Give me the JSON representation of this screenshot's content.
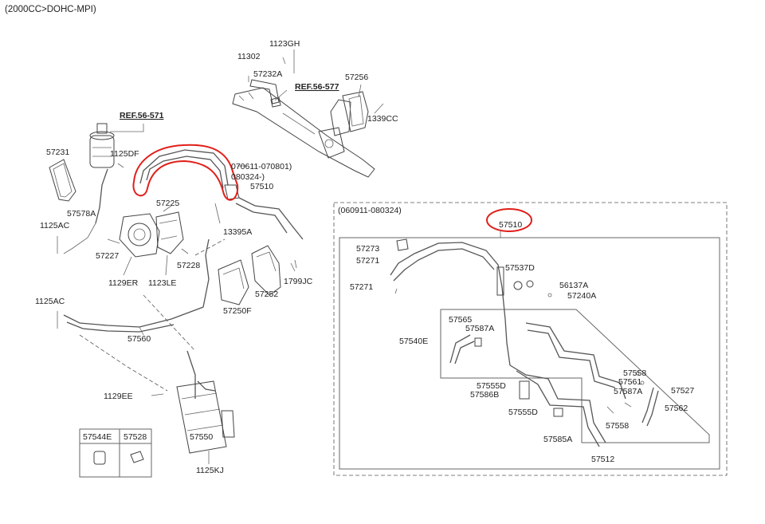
{
  "header": {
    "title": "(2000CC>DOHC-MPI)"
  },
  "colors": {
    "highlight": "#e0201a",
    "line": "#444444"
  },
  "labels": {
    "l1123GH": "1123GH",
    "l11302": "11302",
    "l57232A": "57232A",
    "l57256": "57256",
    "ref577": "REF.56-577",
    "l1339CC": "1339CC",
    "ref571": "REF.56-571",
    "l57231": "57231",
    "l1125DF": "1125DF",
    "range1": "070611-070801)",
    "range2": "080324-)",
    "l57510a": "57510",
    "l57578A": "57578A",
    "l57225": "57225",
    "l1125ACa": "1125AC",
    "l13395A": "13395A",
    "l57227": "57227",
    "l57228": "57228",
    "l1799JC": "1799JC",
    "l1129ER": "1129ER",
    "l1123LE": "1123LE",
    "l57252": "57252",
    "l1125ACb": "1125AC",
    "l57250F": "57250F",
    "l57560": "57560",
    "l1129EE": "1129EE",
    "l57550": "57550",
    "l1125KJ": "1125KJ",
    "tbl57544E": "57544E",
    "tbl57528": "57528",
    "inset_range": "(060911-080324)",
    "l57510b": "57510",
    "l57273": "57273",
    "l57271a": "57271",
    "l57537D": "57537D",
    "l57271b": "57271",
    "l56137A": "56137A",
    "l57240A": "57240A",
    "l57565": "57565",
    "l57587Aa": "57587A",
    "l57540E": "57540E",
    "l57558a": "57558",
    "l57561": "57561",
    "l57555Da": "57555D",
    "l57587Ab": "57587A",
    "l57527": "57527",
    "l57586B": "57586B",
    "l57562": "57562",
    "l57555Db": "57555D",
    "l57558b": "57558",
    "l57585A": "57585A",
    "l57512": "57512"
  }
}
